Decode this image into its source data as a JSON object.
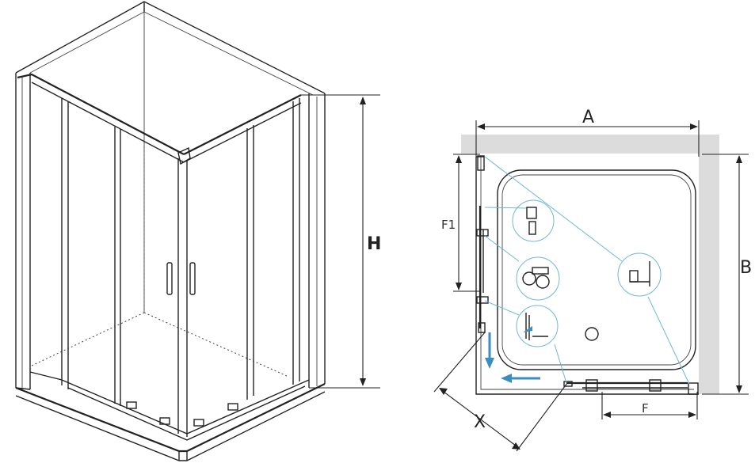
{
  "labels": {
    "height": "H",
    "width_a": "A",
    "depth_b": "B",
    "fixed_panel": "F1",
    "door_f": "F",
    "entry_x": "X"
  },
  "colors": {
    "line": "#222222",
    "wall_shade": "#dcdcdc",
    "callout": "#6fb8d8",
    "arrow": "#3a8ec0"
  },
  "icons": [
    "profile-detail-icon",
    "roller-detail-icon",
    "seal-detail-icon",
    "corner-detail-icon"
  ]
}
